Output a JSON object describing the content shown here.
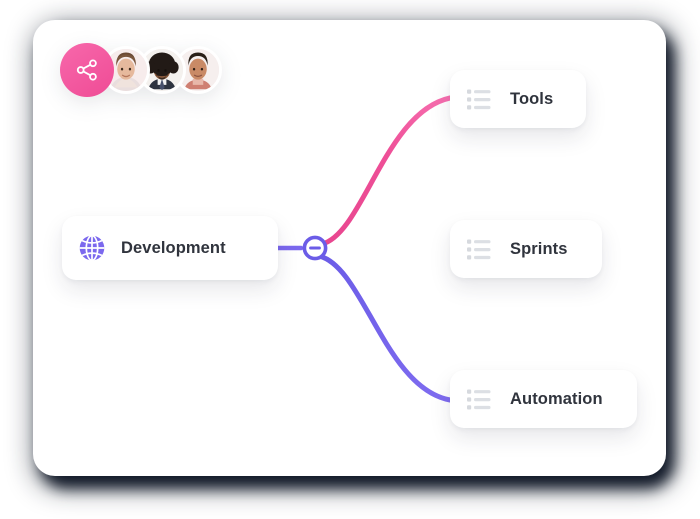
{
  "board": {
    "title": "Mind Map Board",
    "canvas_background": "#ffffff",
    "page_background": "#ffffff",
    "shadow_color": "#0d1524"
  },
  "collaborators": {
    "share_icon": "share-nodes-icon",
    "share_button_color": "#ef4b95",
    "avatars": [
      {
        "name": "avatar-collaborator-1",
        "alt": "Collaborator 1"
      },
      {
        "name": "avatar-collaborator-2",
        "alt": "Collaborator 2"
      },
      {
        "name": "avatar-collaborator-3",
        "alt": "Collaborator 3"
      }
    ]
  },
  "mindmap": {
    "root": {
      "label": "Development",
      "icon": "globe-icon",
      "icon_color": "#7b68ee"
    },
    "toggle": {
      "state": "expanded",
      "icon": "minus-icon",
      "color": "#6b5ce7",
      "aria_label": "Collapse branch"
    },
    "children": [
      {
        "label": "Tools",
        "icon": "list-icon",
        "connector_color": "#ef4b95",
        "connector_style": "curve-up"
      },
      {
        "label": "Sprints",
        "icon": "list-icon",
        "connector_color": "#f2569e",
        "connector_style": "straight"
      },
      {
        "label": "Automation",
        "icon": "list-icon",
        "connector_color": "#7b68ee",
        "connector_style": "curve-down"
      }
    ]
  },
  "colors": {
    "pink": "#ef4b95",
    "pink_light": "#f76fb0",
    "purple": "#7b68ee",
    "purple_deep": "#6b5ce7",
    "text": "#30343d",
    "icon_gray": "#d6d9de"
  }
}
